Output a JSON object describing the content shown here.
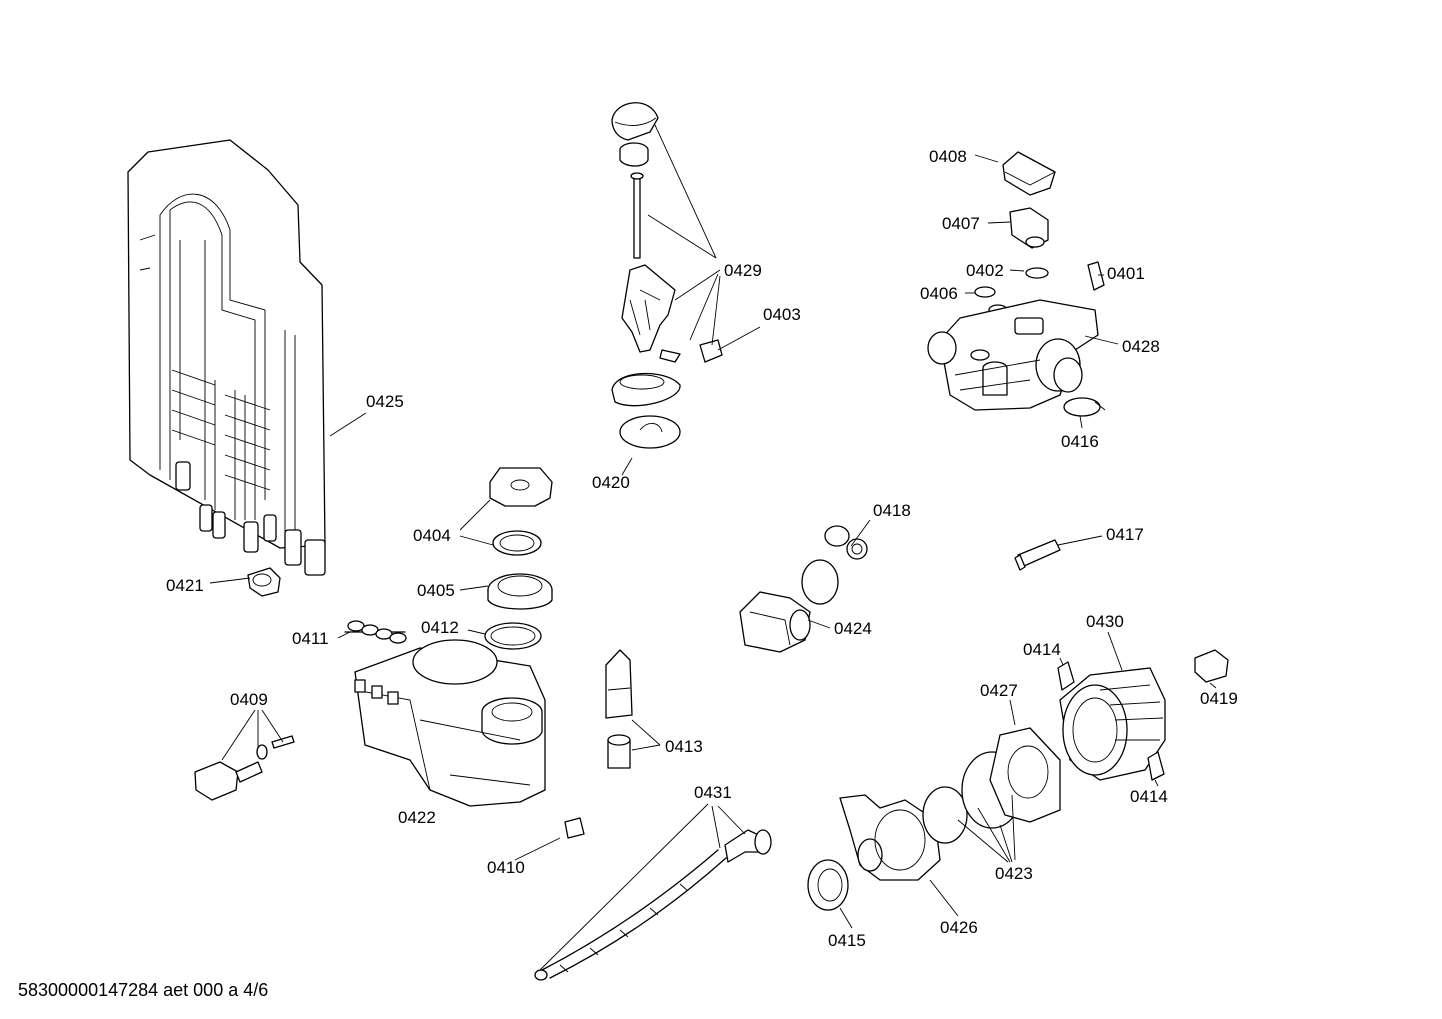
{
  "labels": {
    "p0401": "0401",
    "p0402": "0402",
    "p0403": "0403",
    "p0404": "0404",
    "p0405": "0405",
    "p0406": "0406",
    "p0407": "0407",
    "p0408": "0408",
    "p0409": "0409",
    "p0410": "0410",
    "p0411": "0411",
    "p0412": "0412",
    "p0413": "0413",
    "p0414a": "0414",
    "p0414b": "0414",
    "p0415": "0415",
    "p0416": "0416",
    "p0417": "0417",
    "p0418": "0418",
    "p0419": "0419",
    "p0420": "0420",
    "p0421": "0421",
    "p0422": "0422",
    "p0423": "0423",
    "p0424": "0424",
    "p0425": "0425",
    "p0426": "0426",
    "p0427": "0427",
    "p0428": "0428",
    "p0429": "0429",
    "p0430": "0430",
    "p0431": "0431"
  },
  "footer": "58300000147284 aet 000 a 4/6"
}
